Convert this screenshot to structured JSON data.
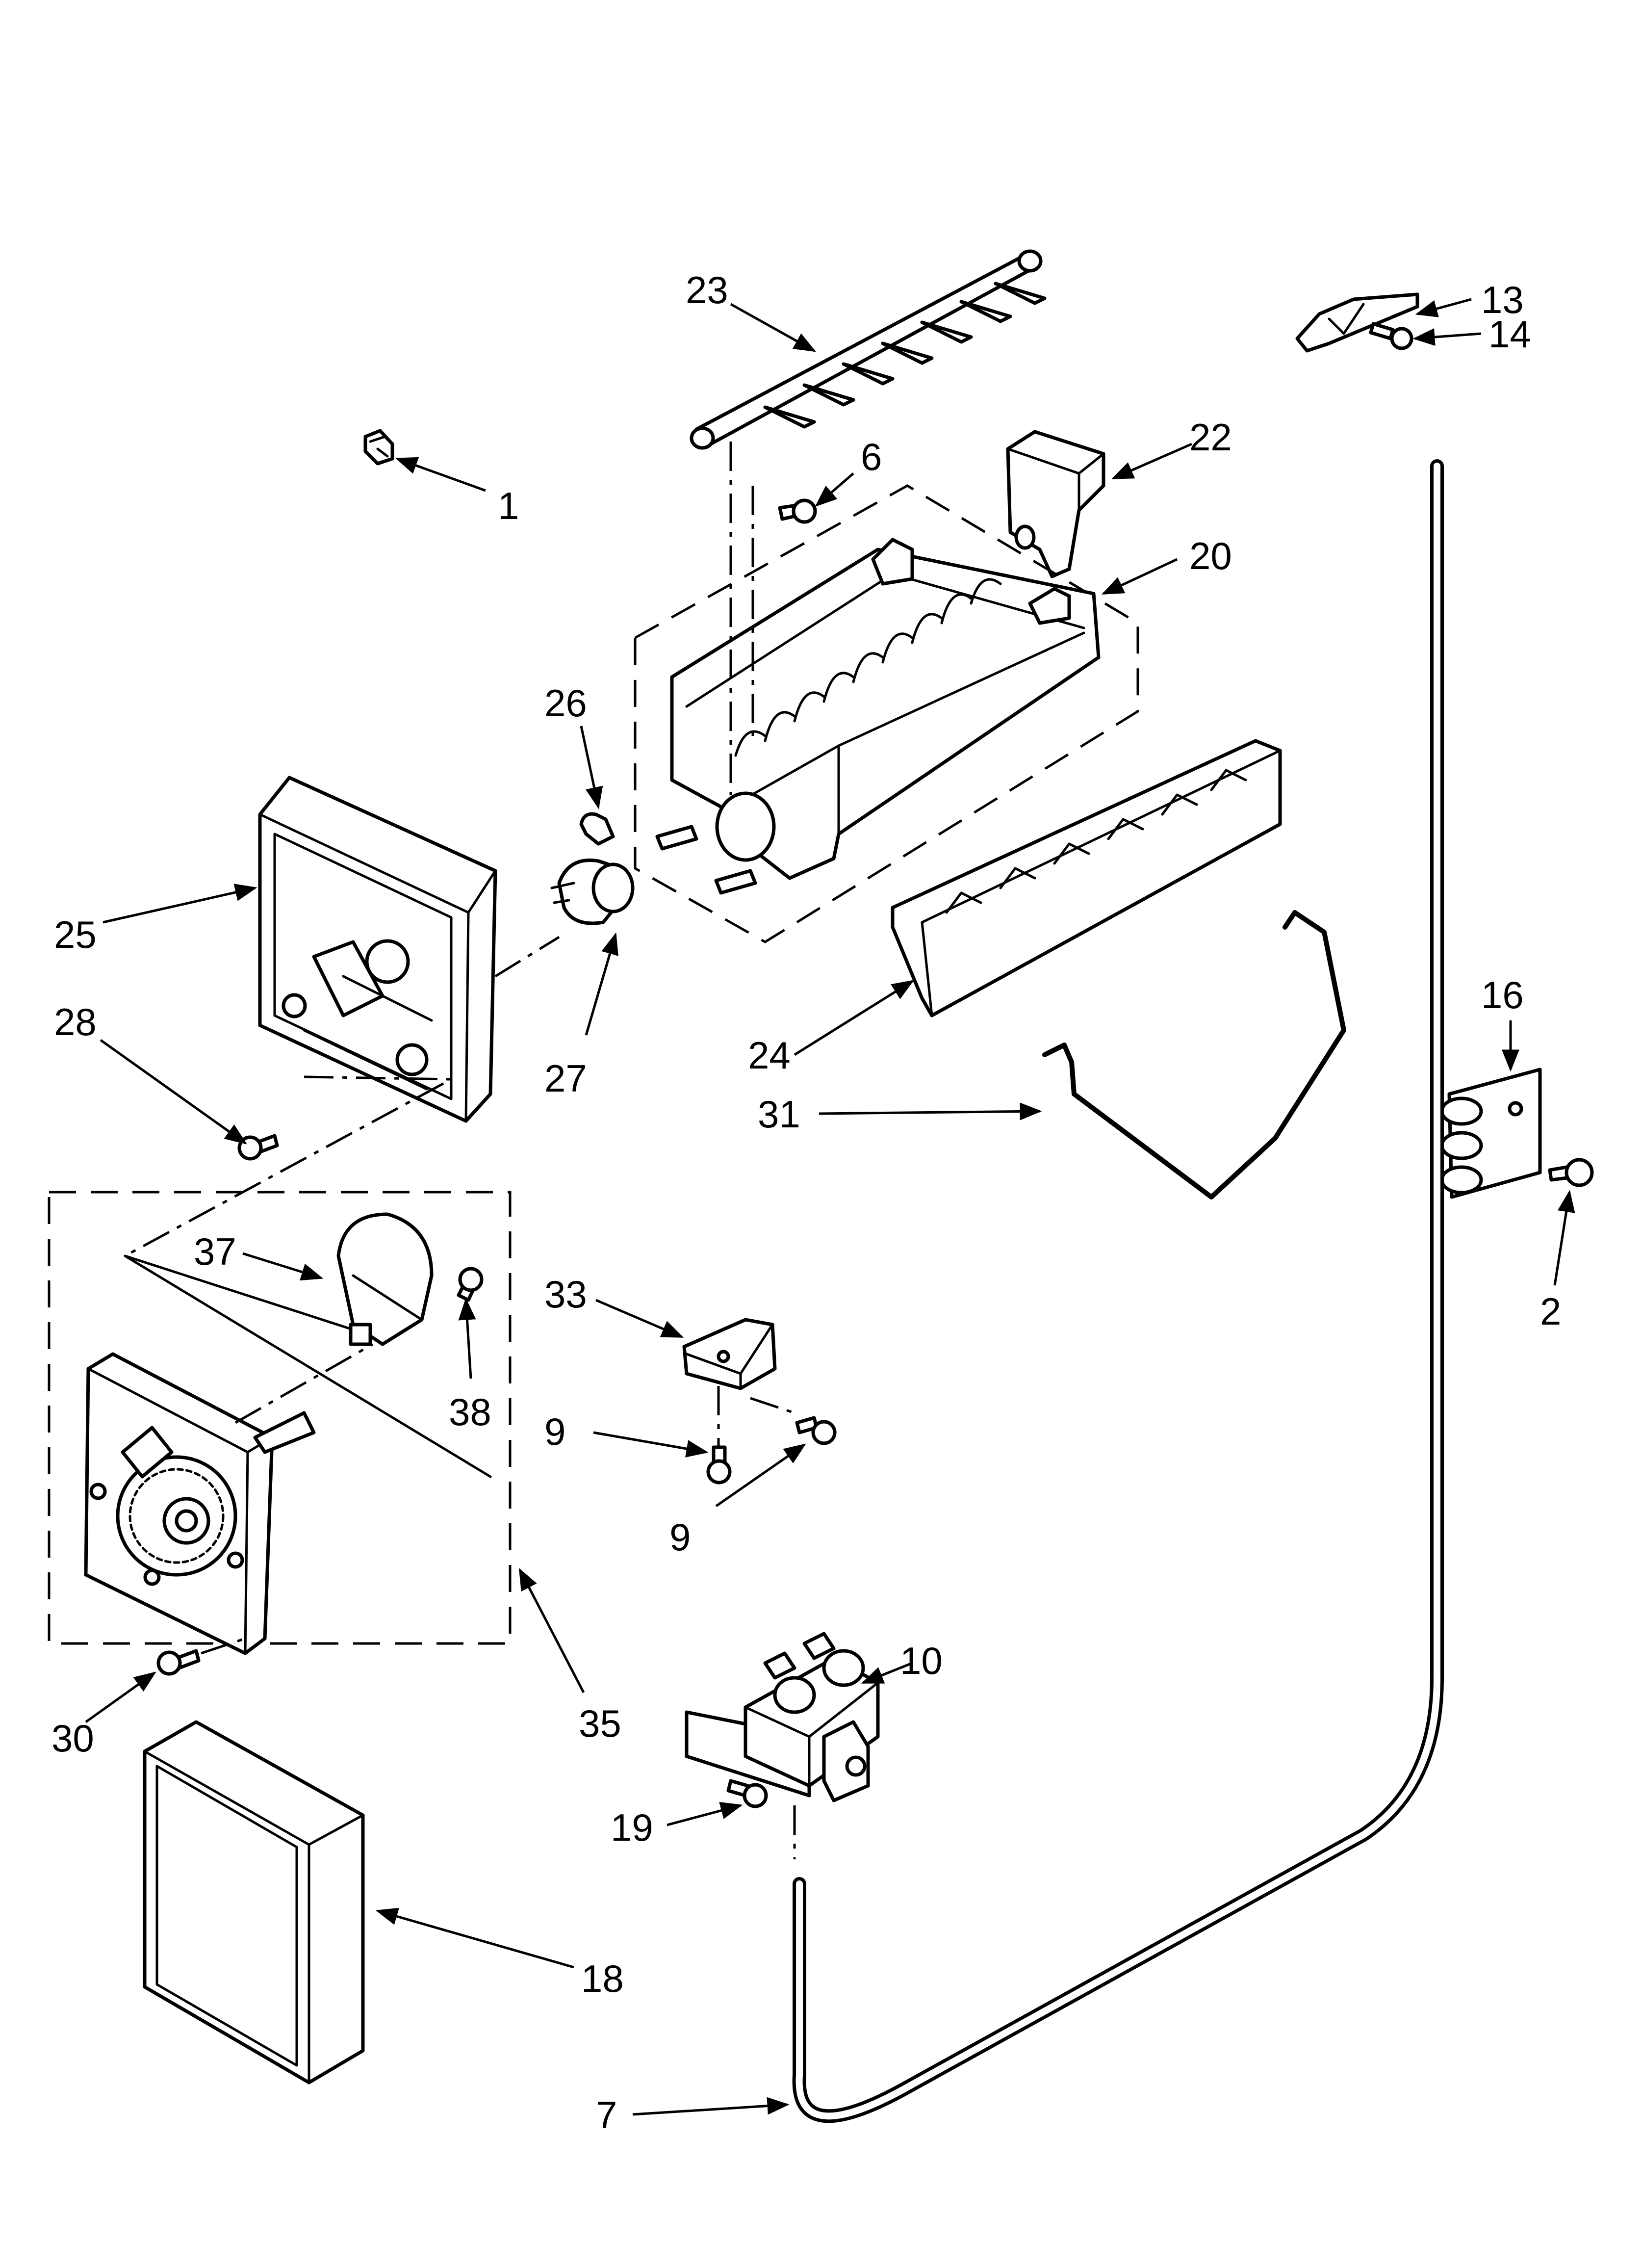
{
  "callouts": [
    {
      "id": "1",
      "text": "1"
    },
    {
      "id": "2",
      "text": "2"
    },
    {
      "id": "6",
      "text": "6"
    },
    {
      "id": "7",
      "text": "7"
    },
    {
      "id": "9a",
      "text": "9"
    },
    {
      "id": "9b",
      "text": "9"
    },
    {
      "id": "10",
      "text": "10"
    },
    {
      "id": "13",
      "text": "13"
    },
    {
      "id": "14",
      "text": "14"
    },
    {
      "id": "16",
      "text": "16"
    },
    {
      "id": "18",
      "text": "18"
    },
    {
      "id": "19",
      "text": "19"
    },
    {
      "id": "20",
      "text": "20"
    },
    {
      "id": "22",
      "text": "22"
    },
    {
      "id": "23",
      "text": "23"
    },
    {
      "id": "24",
      "text": "24"
    },
    {
      "id": "25",
      "text": "25"
    },
    {
      "id": "26",
      "text": "26"
    },
    {
      "id": "27",
      "text": "27"
    },
    {
      "id": "28",
      "text": "28"
    },
    {
      "id": "30",
      "text": "30"
    },
    {
      "id": "31",
      "text": "31"
    },
    {
      "id": "33",
      "text": "33"
    },
    {
      "id": "35",
      "text": "35"
    },
    {
      "id": "37",
      "text": "37"
    },
    {
      "id": "38",
      "text": "38"
    }
  ]
}
